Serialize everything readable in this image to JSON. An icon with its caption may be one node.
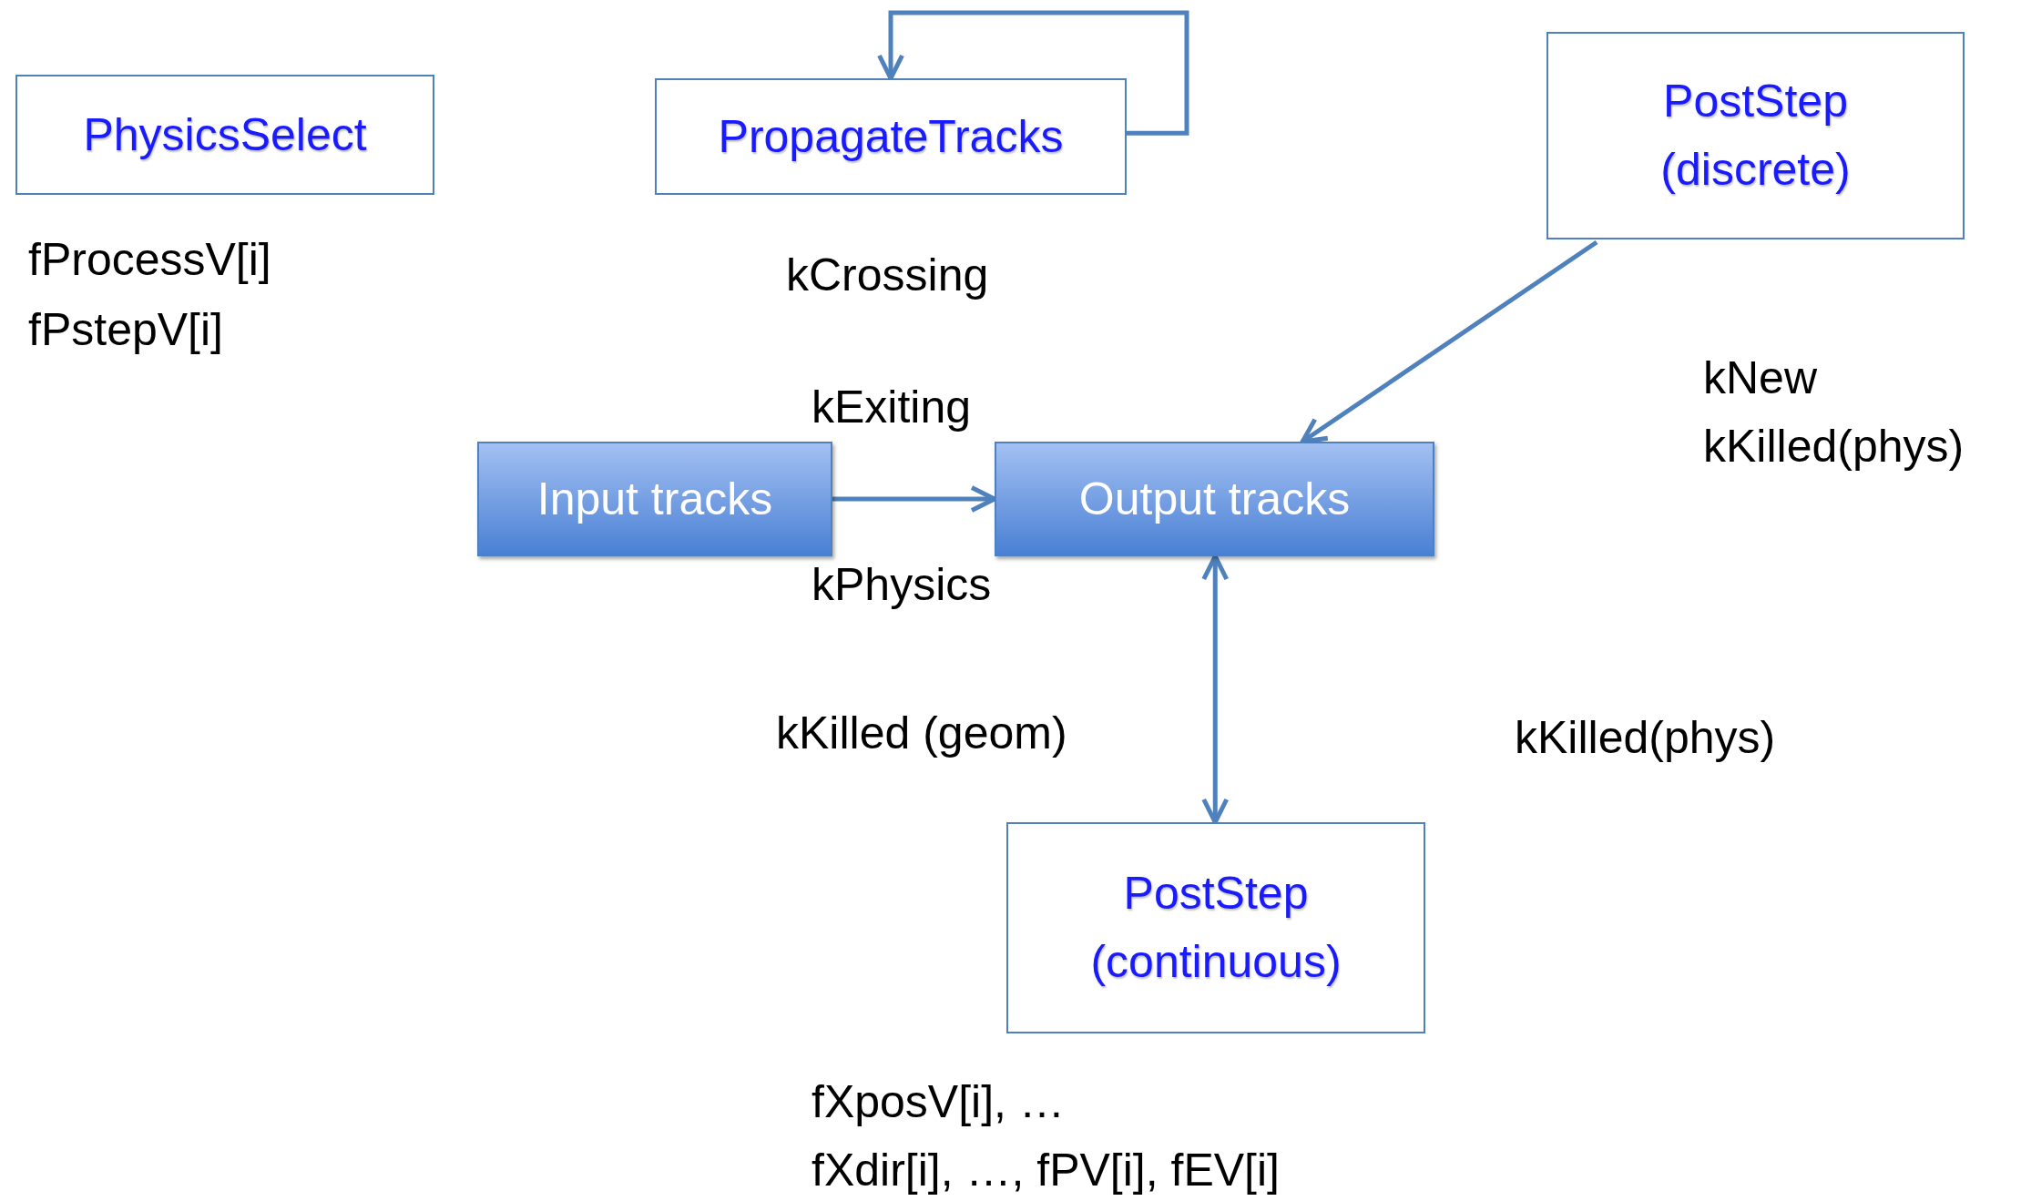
{
  "diagram": {
    "nodes": [
      {
        "text": [
          "PhysicsSelect"
        ]
      },
      {
        "text": [
          "PropagateTracks"
        ]
      },
      {
        "text": [
          "PostStep (discrete)"
        ]
      },
      {
        "text": [
          "Input tracks"
        ]
      },
      {
        "text": [
          "Output tracks"
        ]
      },
      {
        "text": [
          "PostStep (continuous)"
        ]
      }
    ],
    "edges": [
      {
        "from": 1,
        "to": 1,
        "arrow": "to"
      },
      {
        "from": 3,
        "to": 4,
        "arrow": "to"
      },
      {
        "from": 2,
        "to": 4,
        "arrow": "to"
      },
      {
        "from": 4,
        "to": 5,
        "arrow": "both"
      }
    ],
    "labels": [
      "fProcessV[i]",
      "fPstepV[i]",
      "kCrossing",
      "kExiting",
      "kNew",
      "kKilled(phys)",
      "kPhysics",
      "kKilled (geom)",
      "kKilled(phys)",
      "fXposV[i], …",
      "fXdir[i], …, fPV[i], fEV[i]"
    ]
  }
}
